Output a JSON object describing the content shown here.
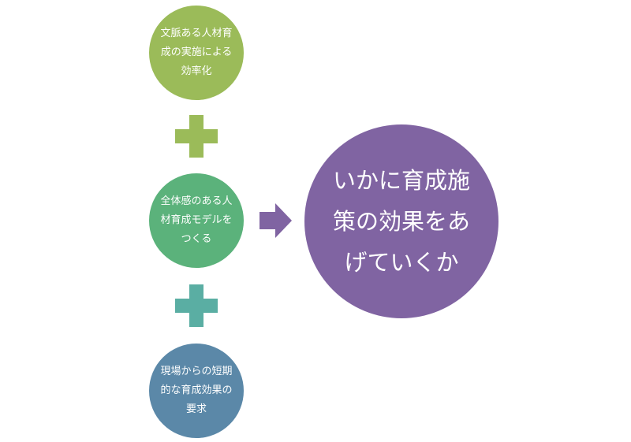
{
  "nodes": [
    {
      "text": "文脈ある人材育成の実施による効率化",
      "color": "#9bbb59"
    },
    {
      "text": "全体感のある人材育成モデルをつくる",
      "color": "#5bb27b"
    },
    {
      "text": "現場からの短期的な育成効果の要求",
      "color": "#5b88a8"
    }
  ],
  "result": {
    "text": "いかに育成施策の効果をあげていくか",
    "color": "#8064a2"
  },
  "icons": {
    "plus1": "#9bbb59",
    "plus2": "#5aaea3",
    "arrow": "#8064a2"
  }
}
